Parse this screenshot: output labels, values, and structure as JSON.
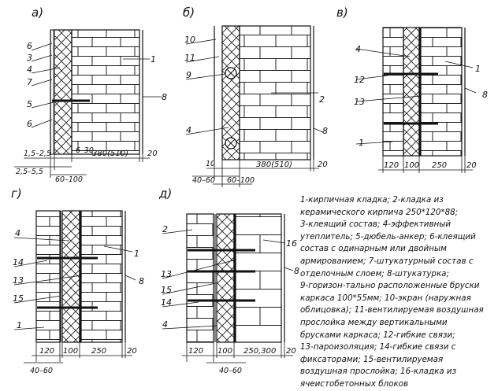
{
  "panels": {
    "a": {
      "title": "а)",
      "labels": [
        "6",
        "3",
        "4",
        "7",
        "5",
        "6",
        "1",
        "8"
      ],
      "dims": [
        "1,5–2,5",
        "6–30",
        "380(510)",
        "20",
        "2,5–5,5",
        "60–100"
      ]
    },
    "b": {
      "title": "б)",
      "labels": [
        "10",
        "11",
        "9",
        "4",
        "2",
        "8"
      ],
      "dims": [
        "10",
        "380(510)",
        "20",
        "40–60",
        "60–100"
      ]
    },
    "v": {
      "title": "в)",
      "labels": [
        "4",
        "12",
        "13",
        "1",
        "1",
        "8"
      ],
      "dims": [
        "120",
        "100",
        "250",
        "20"
      ]
    },
    "g": {
      "title": "г)",
      "labels": [
        "4",
        "14",
        "13",
        "15",
        "1",
        "1",
        "8"
      ],
      "dims": [
        "120",
        "100",
        "250",
        "20",
        "40–60"
      ]
    },
    "d": {
      "title": "д)",
      "labels": [
        "2",
        "13",
        "15",
        "14",
        "4",
        "16",
        "8"
      ],
      "dims": [
        "120",
        "100",
        "250,300",
        "20",
        "40–60"
      ]
    }
  },
  "legend": [
    "1-кирпичная кладка; 2-кладка из",
    "керамического кирпича 250*120*88;",
    "3-клеящий состав; 4-эффективный",
    "утеплитель; 5-дюбель-анкер; 6-клеящий",
    "состав с одинарным или двойным",
    "армированием; 7-штукатурный состав с",
    "отделочным слоем; 8-штукатурка;",
    "9-горизон-тально расположенные бруски",
    "каркаса 100*55мм; 10-экран (наружная",
    "облицовка); 11-вентилируемая воздушная",
    "прослойка между вертикальными",
    "брусками каркаса; 12-гибкие связи;",
    "13-пароизоляция; 14-гибкие связи с",
    "фиксаторами; 15-вентилируемая",
    "воздушная прослойка; 16-кладка из",
    "ячеистобетонных блоков"
  ]
}
